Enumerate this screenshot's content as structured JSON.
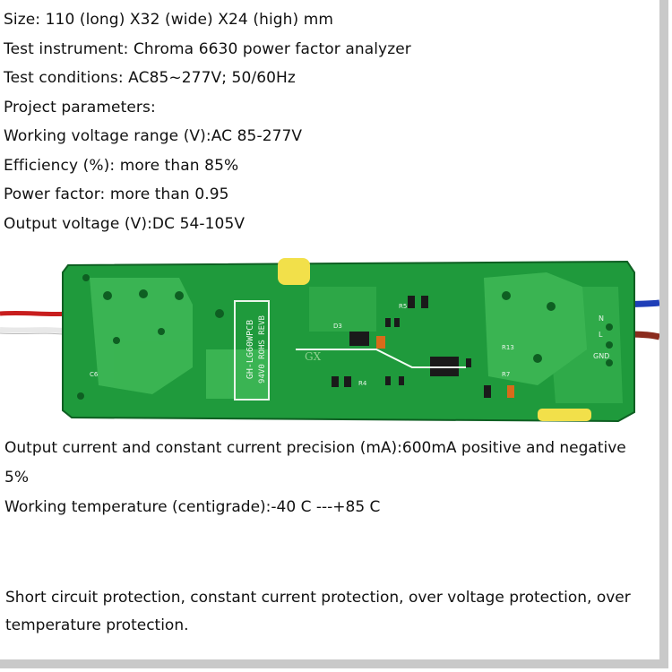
{
  "specs": {
    "size": "Size: 110 (long) X32 (wide) X24 (high) mm",
    "instrument": "Test instrument: Chroma 6630 power factor analyzer",
    "conditions": "Test conditions: AC85~277V; 50/60Hz",
    "project_heading": "Project parameters:",
    "voltage_range": "Working voltage range (V):AC 85-277V",
    "efficiency": "Efficiency (%): more than 85%",
    "power_factor": "Power factor: more than 0.95",
    "output_voltage": "Output voltage (V):DC 54-105V"
  },
  "board": {
    "silkscreen_main": "GH-LG60WPCB",
    "silkscreen_sub": "94V0 ROHS REVB",
    "watermark": "GX",
    "labels": [
      "N",
      "L",
      "GND",
      "D3",
      "R4",
      "R5",
      "R13",
      "R7",
      "C6"
    ],
    "colors": {
      "pcb": "#1f9a3c",
      "pcb_dark": "#147a2c",
      "trace": "#3fb957",
      "wire_blue": "#1f3fb8",
      "wire_brown": "#8b2c1e",
      "wire_red": "#c81e1e"
    }
  },
  "notes": {
    "current": "Output current and constant current precision (mA):600mA positive and negative 5%",
    "temperature": "Working temperature (centigrade):-40 C ---+85 C",
    "protection": "Short circuit protection, constant current protection, over voltage protection, over temperature protection."
  }
}
